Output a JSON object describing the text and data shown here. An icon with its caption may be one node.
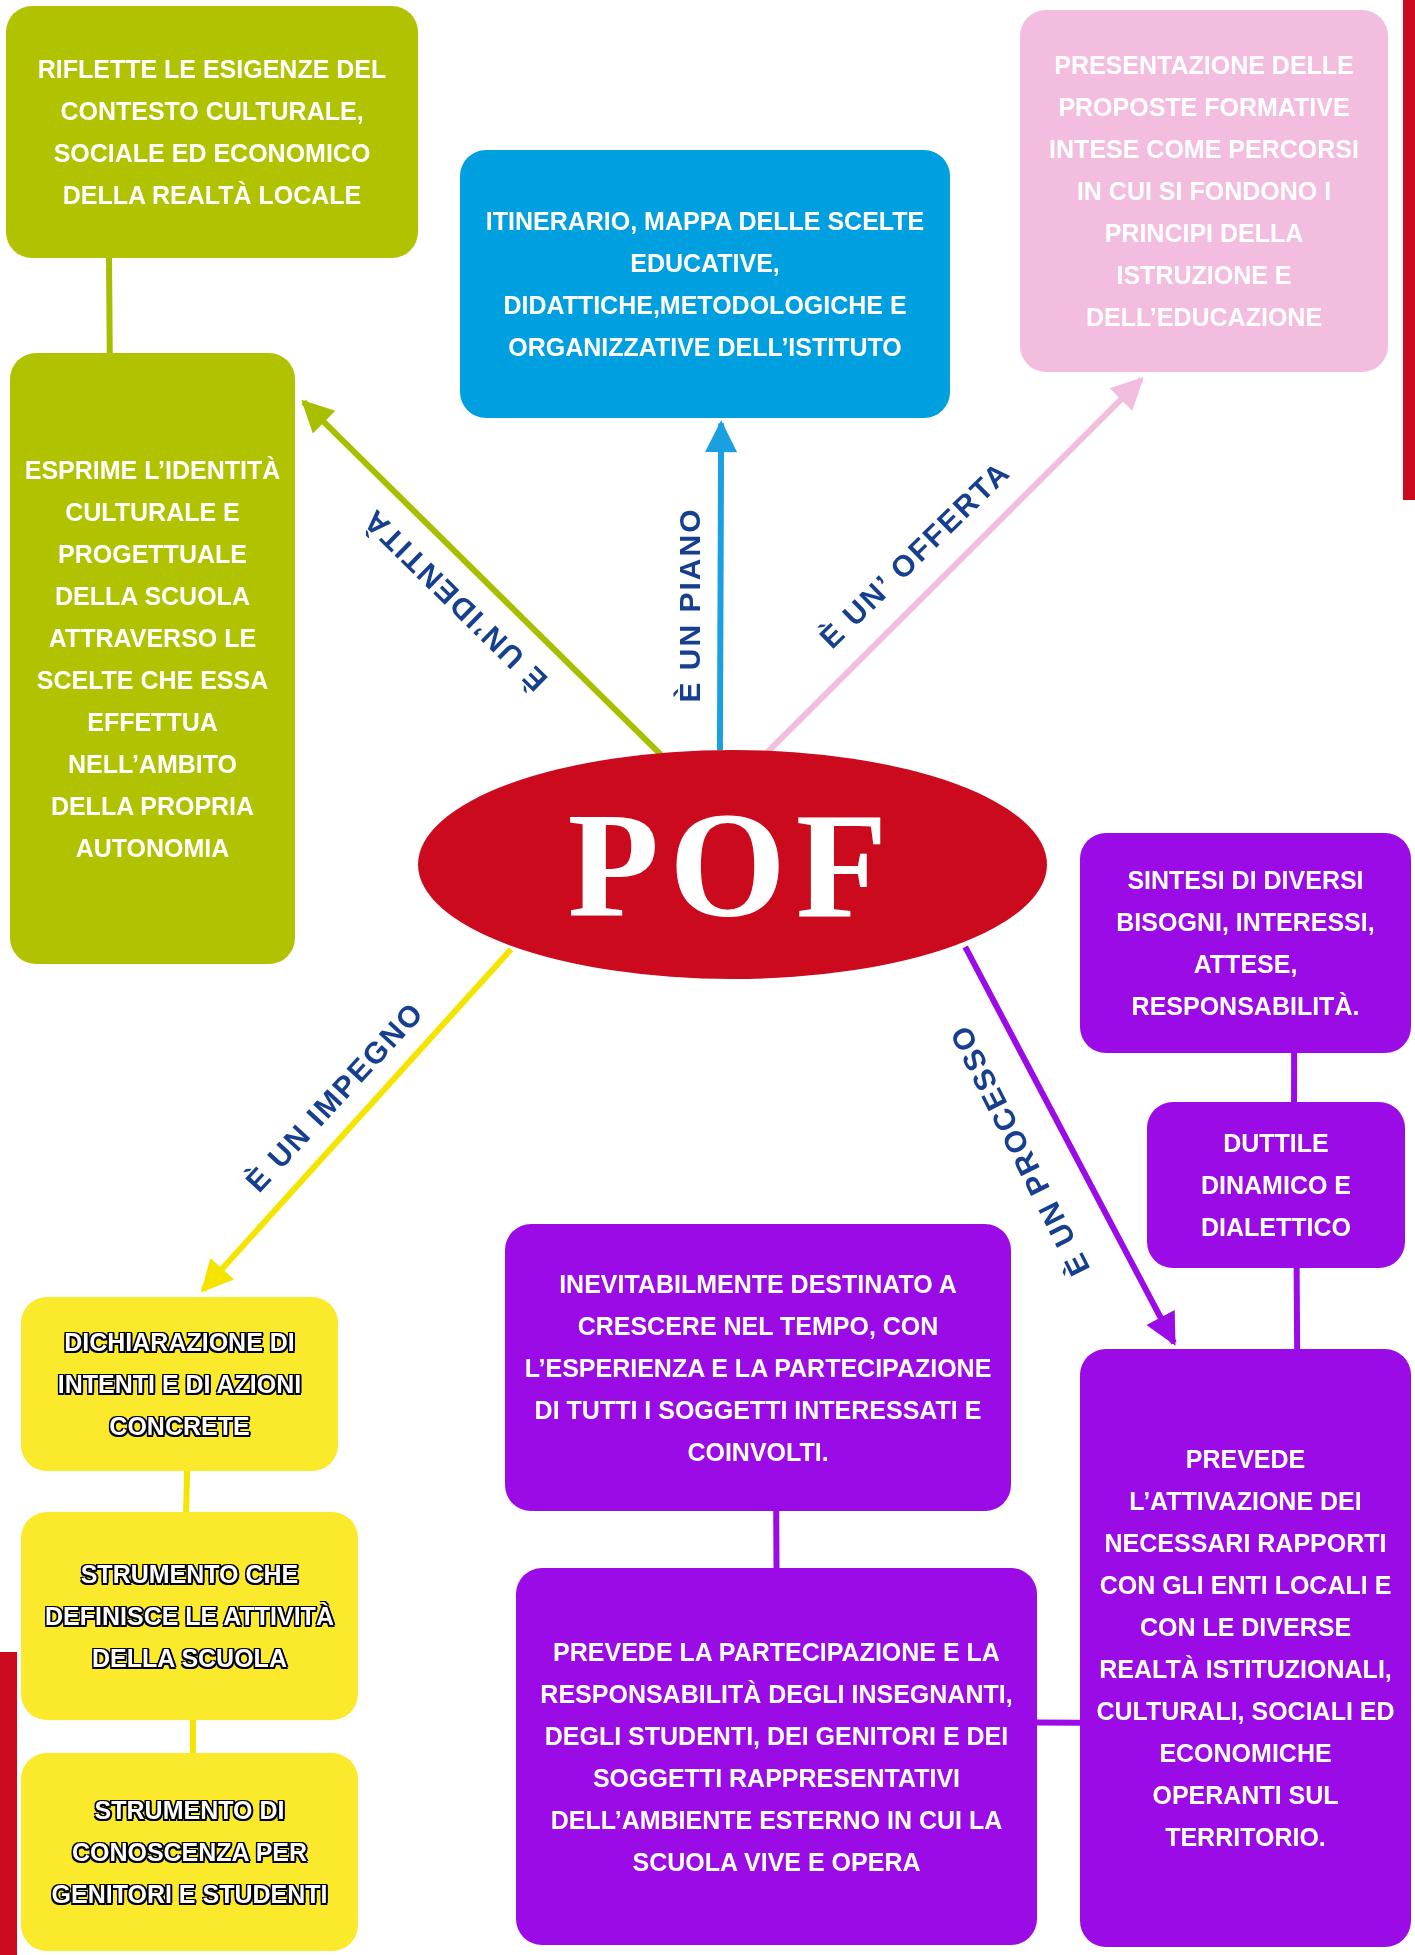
{
  "diagram": {
    "nodes": [
      {
        "text": [
          "RIFLETTE LE ESIGENZE DEL CONTESTO CULTURALE, SOCIALE ED ECONOMICO DELLA REALTÀ LOCALE"
        ]
      },
      {
        "text": [
          "ESPRIME L’IDENTITÀ CULTURALE E PROGETTUALE DELLA SCUOLA ATTRAVERSO LE SCELTE CHE ESSA EFFETTUA NELL’AMBITO DELLA PROPRIA AUTONOMIA"
        ]
      },
      {
        "text": [
          "ITINERARIO, MAPPA DELLE SCELTE EDUCATIVE, DIDATTICHE,METODOLOGICHE E ORGANIZZATIVE DELL’ISTITUTO"
        ]
      },
      {
        "text": [
          "PRESENTAZIONE DELLE PROPOSTE FORMATIVE INTESE COME PERCORSI IN CUI SI FONDONO I PRINCIPI DELLA ISTRUZIONE E DELL’EDUCAZIONE"
        ]
      },
      {
        "text": [
          "POF"
        ]
      },
      {
        "text": [
          "SINTESI DI DIVERSI BISOGNI, INTERESSI, ATTESE, RESPONSABILITÀ."
        ]
      },
      {
        "text": [
          "DUTTILE DINAMICO E DIALETTICO"
        ]
      },
      {
        "text": [
          "PREVEDE L’ATTIVAZIONE DEI NECESSARI RAPPORTI CON GLI ENTI LOCALI E CON LE DIVERSE REALTÀ ISTITUZIONALI, CULTURALI, SOCIALI ED ECONOMICHE OPERANTI SUL TERRITORIO."
        ]
      },
      {
        "text": [
          "INEVITABILMENTE DESTINATO A CRESCERE NEL TEMPO, CON L’ESPERIENZA E LA PARTECIPAZIONE DI TUTTI I SOGGETTI INTERESSATI E COINVOLTI."
        ]
      },
      {
        "text": [
          "PREVEDE LA PARTECIPAZIONE E LA RESPONSABILITÀ DEGLI INSEGNANTI, DEGLI STUDENTI, DEI GENITORI E DEI SOGGETTI RAPPRESENTATIVI DELL’AMBIENTE ESTERNO IN CUI LA SCUOLA VIVE E OPERA"
        ]
      },
      {
        "text": [
          "DICHIARAZIONE DI INTENTI E DI AZIONI CONCRETE"
        ]
      },
      {
        "text": [
          "STRUMENTO CHE DEFINISCE LE ATTIVITÀ DELLA SCUOLA"
        ]
      },
      {
        "text": [
          "STRUMENTO DI CONOSCENZA PER GENITORI E STUDENTI"
        ]
      }
    ],
    "edges": [
      {
        "from": 4,
        "to": 1,
        "arrow": "to",
        "label": "È UN’IDENTITÀ",
        "color": "#a8bf00"
      },
      {
        "from": 4,
        "to": 2,
        "arrow": "to",
        "label": "È UN PIANO",
        "color": "#1aa0e0"
      },
      {
        "from": 4,
        "to": 3,
        "arrow": "to",
        "label": "È UN’ OFFERTA",
        "color": "#f2bddf"
      },
      {
        "from": 4,
        "to": 10,
        "arrow": "to",
        "label": "È UN IMPEGNO",
        "color": "#f5e400"
      },
      {
        "from": 4,
        "to": 7,
        "arrow": "to",
        "label": "È UN PROCESSO"
      },
      {
        "from": 0,
        "to": 1,
        "arrow": "none",
        "color": "#a8bf00"
      },
      {
        "from": 5,
        "to": 6,
        "arrow": "none"
      },
      {
        "from": 6,
        "to": 7,
        "arrow": "none"
      },
      {
        "from": 8,
        "to": 9,
        "arrow": "none"
      },
      {
        "from": 9,
        "to": 7,
        "arrow": "none"
      },
      {
        "from": 10,
        "to": 11,
        "arrow": "none",
        "color": "#f5e400"
      },
      {
        "from": 11,
        "to": 12,
        "arrow": "none",
        "color": "#f5e400"
      }
    ]
  }
}
